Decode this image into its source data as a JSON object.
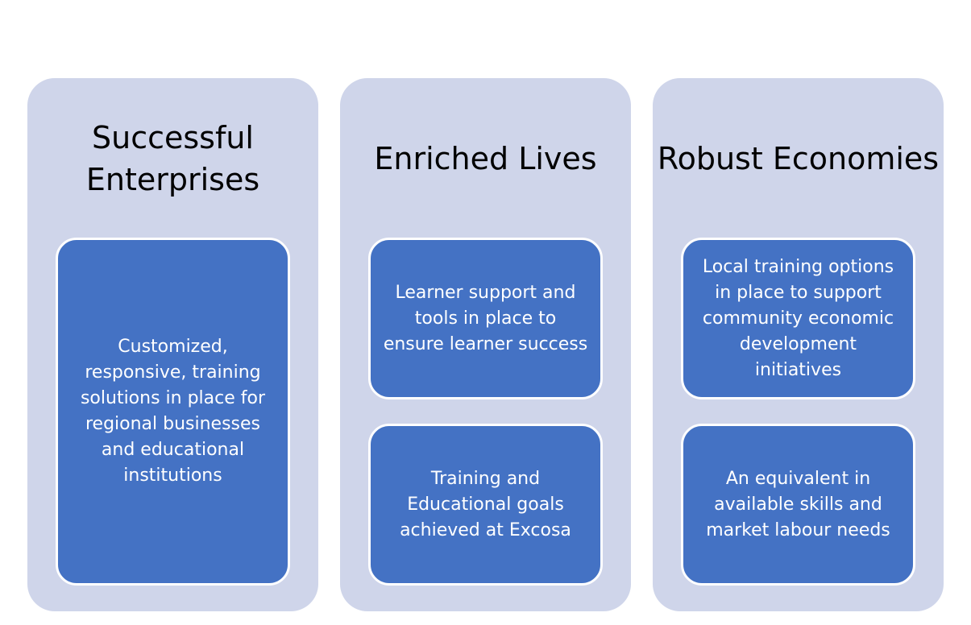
{
  "columns": [
    {
      "title": "Successful Enterprises",
      "cards": [
        "Customized, responsive, training solutions in place for regional businesses and educational institutions"
      ]
    },
    {
      "title": "Enriched Lives",
      "cards": [
        "Learner support and tools in place to ensure learner success",
        "Training and Educational goals achieved at Excosa"
      ]
    },
    {
      "title": "Robust Economies",
      "cards": [
        "Local training options in place to support community economic development initiatives",
        "An equivalent in available skills and market labour needs"
      ]
    }
  ],
  "colors": {
    "column_bg": "#cfd5ea",
    "card_bg": "#4472c4",
    "card_border": "#ffffff",
    "title_text": "#000000",
    "card_text": "#ffffff"
  }
}
